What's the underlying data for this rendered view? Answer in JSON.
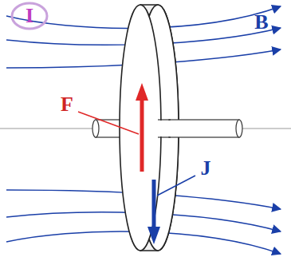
{
  "diagram": {
    "labels": [
      "I",
      "B",
      "F",
      "J"
    ]
  }
}
